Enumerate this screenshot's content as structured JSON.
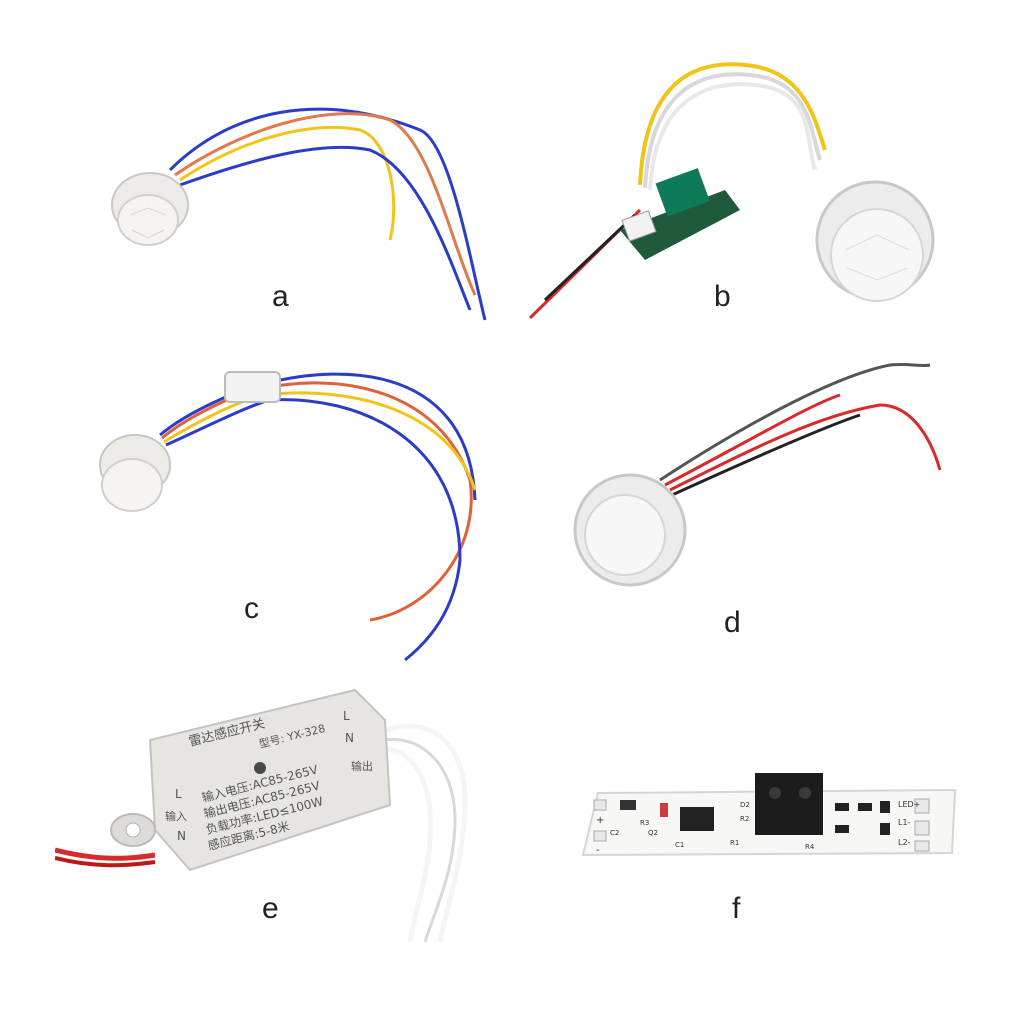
{
  "labels": {
    "a": "a",
    "b": "b",
    "c": "c",
    "d": "d",
    "e": "e",
    "f": "f"
  },
  "module_e": {
    "title": "雷达感应开关",
    "model": "型号: YX-328",
    "input_voltage": "输入电压:AC85-265V",
    "output_voltage": "输出电压:AC85-265V",
    "load_power": "负载功率:LED≤100W",
    "sensing_distance": "感应距离:5-8米",
    "left_l": "L",
    "left_n": "N",
    "left_side": "输入",
    "right_l": "L",
    "right_n": "N",
    "right_side": "输出"
  },
  "board_f": {
    "led_plus": "LED+",
    "l1": "L1-",
    "l2": "L2-",
    "plus": "+",
    "minus": "-",
    "r1": "R1",
    "r3": "R3",
    "r4": "R4",
    "c1": "C1",
    "c2": "C2",
    "q2": "Q2",
    "d2": "D2",
    "r2": "R2"
  }
}
